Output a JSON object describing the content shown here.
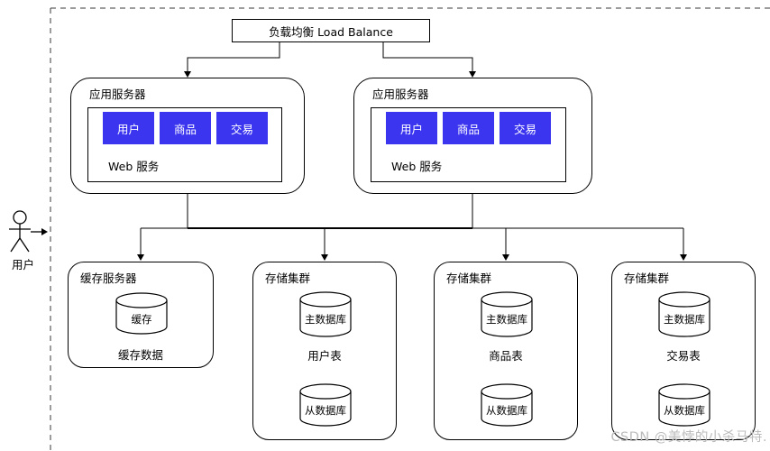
{
  "actor": {
    "label": "用户"
  },
  "load_balancer": {
    "label": "负载均衡 Load Balance"
  },
  "app_servers": [
    {
      "title": "应用服务器",
      "services": [
        "用户",
        "商品",
        "交易"
      ],
      "caption": "Web 服务"
    },
    {
      "title": "应用服务器",
      "services": [
        "用户",
        "商品",
        "交易"
      ],
      "caption": "Web 服务"
    }
  ],
  "cache_server": {
    "title": "缓存服务器",
    "db": "缓存",
    "caption": "缓存数据"
  },
  "storage_clusters": [
    {
      "title": "存储集群",
      "primary": "主数据库",
      "table": "用户表",
      "secondary": "从数据库"
    },
    {
      "title": "存储集群",
      "primary": "主数据库",
      "table": "商品表",
      "secondary": "从数据库"
    },
    {
      "title": "存储集群",
      "primary": "主数据库",
      "table": "交易表",
      "secondary": "从数据库"
    }
  ],
  "watermark": {
    "text": "CSDN @美悖的小杀马特."
  },
  "colors": {
    "service_blue": "#3b35f0",
    "line_black": "#000000",
    "dashed_border": "#3a3a3a",
    "watermark_gray": "#bcbcbc"
  }
}
